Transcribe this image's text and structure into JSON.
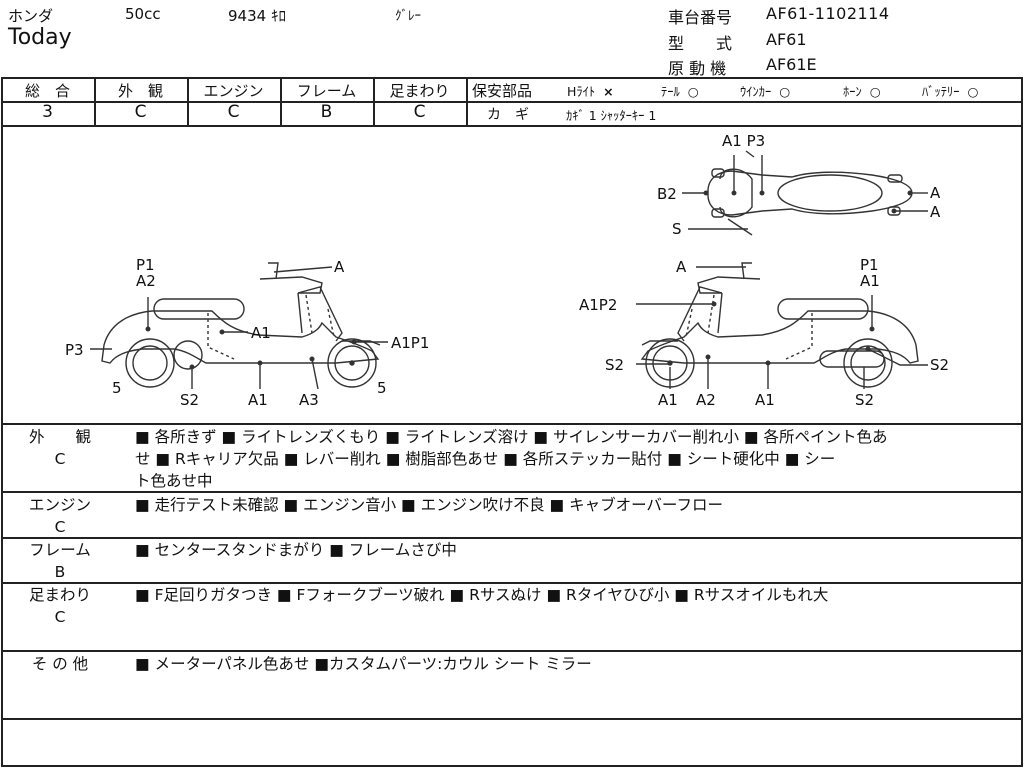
{
  "header": {
    "maker": "ホンダ",
    "displacement": "50cc",
    "mileage": "9434 ｷﾛ",
    "color": "ｸﾞﾚｰ",
    "model_name": "Today",
    "frame_no_label": "車台番号",
    "frame_no": "AF61-1102114",
    "type_label": "型　　式",
    "type": "AF61",
    "engine_label": "原 動 機",
    "engine": "AF61E"
  },
  "grades": [
    {
      "label": "総　合",
      "value": "3"
    },
    {
      "label": "外　観",
      "value": "C"
    },
    {
      "label": "エンジン",
      "value": "C"
    },
    {
      "label": "フレーム",
      "value": "B"
    },
    {
      "label": "足まわり",
      "value": "C"
    }
  ],
  "safety": {
    "label": "保安部品",
    "items": [
      {
        "label": "Hﾗｲﾄ",
        "mark": "×"
      },
      {
        "label": "ﾃｰﾙ",
        "mark": "○"
      },
      {
        "label": "ｳｲﾝｶｰ",
        "mark": "○"
      },
      {
        "label": "ﾎｰﾝ",
        "mark": "○"
      },
      {
        "label": "ﾊﾞｯﾃﾘｰ",
        "mark": "○"
      }
    ],
    "key_label": "カ　ギ",
    "key_value": "ｶｷﾞ 1 ｼｬｯﾀｰｷｰ 1"
  },
  "diagram": {
    "top_view": {
      "a1p3": "A1 P3",
      "b2": "B2",
      "a_right1": "A",
      "a_right2": "A",
      "s": "S"
    },
    "left_view": {
      "p1": "P1",
      "a2": "A2",
      "a_top": "A",
      "a1_mid": "A1",
      "p3": "P3",
      "a1p1": "A1P1",
      "five_left": "5",
      "five_right": "5",
      "s2": "S2",
      "a1_bottom": "A1",
      "a3": "A3"
    },
    "right_view": {
      "a_top": "A",
      "p1": "P1",
      "a1_top": "A1",
      "a1p2": "A1P2",
      "s2_left": "S2",
      "s2_right": "S2",
      "a1_bl": "A1",
      "a2": "A2",
      "a1_bm": "A1",
      "s2_bottom": "S2"
    }
  },
  "remarks": [
    {
      "label": "外　　観",
      "grade": "C",
      "lines": [
        "■ 各所きず ■ ライトレンズくもり ■ ライトレンズ溶け ■ サイレンサーカバー削れ小 ■ 各所ペイント色あ",
        "せ ■ Rキャリア欠品 ■ レバー削れ ■ 樹脂部色あせ ■ 各所ステッカー貼付 ■ シート硬化中 ■ シー",
        "ト色あせ中"
      ]
    },
    {
      "label": "エンジン",
      "grade": "C",
      "lines": [
        "■ 走行テスト未確認 ■ エンジン音小 ■ エンジン吹け不良 ■ キャブオーバーフロー"
      ]
    },
    {
      "label": "フレーム",
      "grade": "B",
      "lines": [
        "■ センタースタンドまがり ■ フレームさび中"
      ]
    },
    {
      "label": "足まわり",
      "grade": "C",
      "lines": [
        "■ F足回りガタつき ■ Fフォークブーツ破れ ■ Rサスぬけ ■ Rタイヤひび小 ■ Rサスオイルもれ大"
      ]
    },
    {
      "label": "そ の 他",
      "grade": "",
      "lines": [
        "■ メーターパネル色あせ ■カスタムパーツ:カウル シート ミラー"
      ]
    }
  ]
}
